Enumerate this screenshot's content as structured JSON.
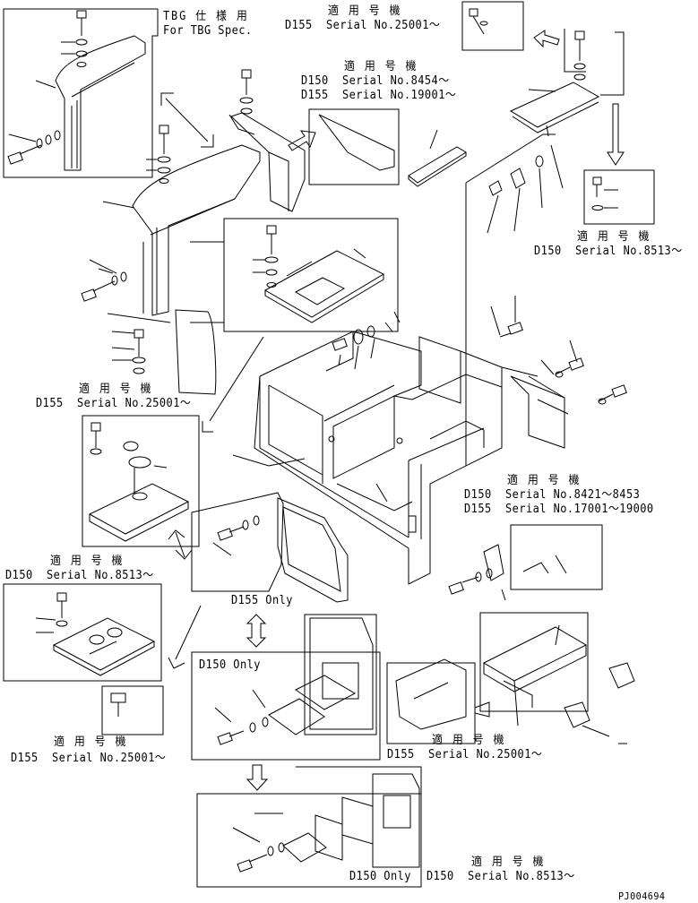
{
  "labels": {
    "tbg_jp": "TBG 仕 様 用",
    "tbg_en": "For TBG Spec.",
    "top_jp": "適 用 号 機",
    "top_serial": "D155  Serial No.25001～",
    "center_jp": "適 用 号 機",
    "center_serial_1": "D150  Serial No.8454～",
    "center_serial_2": "D155  Serial No.19001～",
    "right_jp": "適 用 号 機",
    "right_serial": "D150  Serial No.8513～",
    "left_mid_jp": "適 用 号 機",
    "left_mid_serial": "D155  Serial No.25001～",
    "right_mid_jp": "適 用 号 機",
    "right_mid_serial_1": "D150  Serial No.8421～8453",
    "right_mid_serial_2": "D155  Serial No.17001～19000",
    "left_low_jp": "適 用 号 機",
    "left_low_serial": "D150  Serial No.8513～",
    "d155_only": "D155 Only",
    "d150_only_1": "D150 Only",
    "bottom_left_jp": "適 用 号 機",
    "bottom_left_serial": "D155  Serial No.25001～",
    "bottom_mid_jp": "適 用 号 機",
    "bottom_mid_serial": "D155  Serial No.25001～",
    "d150_only_2": "D150 Only",
    "bottom_right_jp": "適 用 号 機",
    "bottom_right_serial": "D150  Serial No.8513～",
    "drawing_code": "PJ004694"
  }
}
